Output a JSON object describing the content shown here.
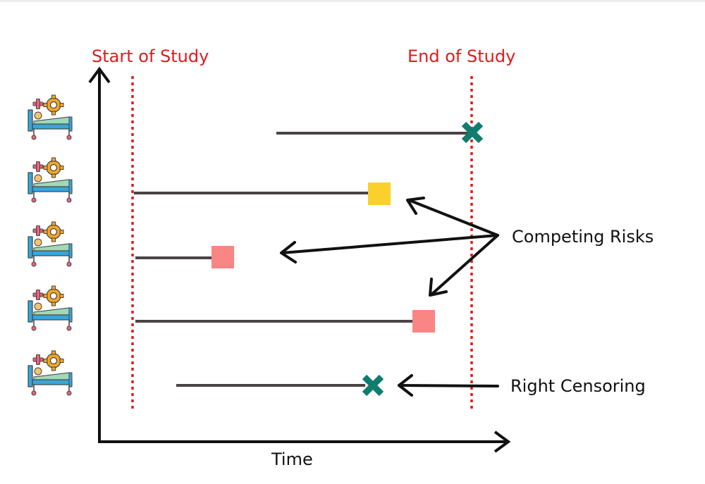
{
  "labels": {
    "start": "Start of Study",
    "end": "End of Study",
    "time": "Time",
    "competing": "Competing Risks",
    "censoring": "Right Censoring"
  },
  "colors": {
    "study_line": "#e01b1b",
    "axis": "#111111",
    "timeline": "#4a4444",
    "cross": "#0e7d6e",
    "yellow_event": "#fad02c",
    "pink_event": "#f98585",
    "bed_frame": "#3aa6d8",
    "sheet": "#9fd9b8",
    "plus": "#e8637a",
    "gear": "#f5a623"
  },
  "patients": [
    {
      "id": "patient-1",
      "marker": "cross",
      "color": "cross"
    },
    {
      "id": "patient-2",
      "marker": "square",
      "color": "yellow_event"
    },
    {
      "id": "patient-3",
      "marker": "square",
      "color": "pink_event"
    },
    {
      "id": "patient-4",
      "marker": "square",
      "color": "pink_event"
    },
    {
      "id": "patient-5",
      "marker": "cross",
      "color": "cross"
    }
  ],
  "icons": {
    "patient": "hospital-bed-patient-icon",
    "event_square": "event-square-icon",
    "censor_cross": "censor-cross-icon"
  }
}
